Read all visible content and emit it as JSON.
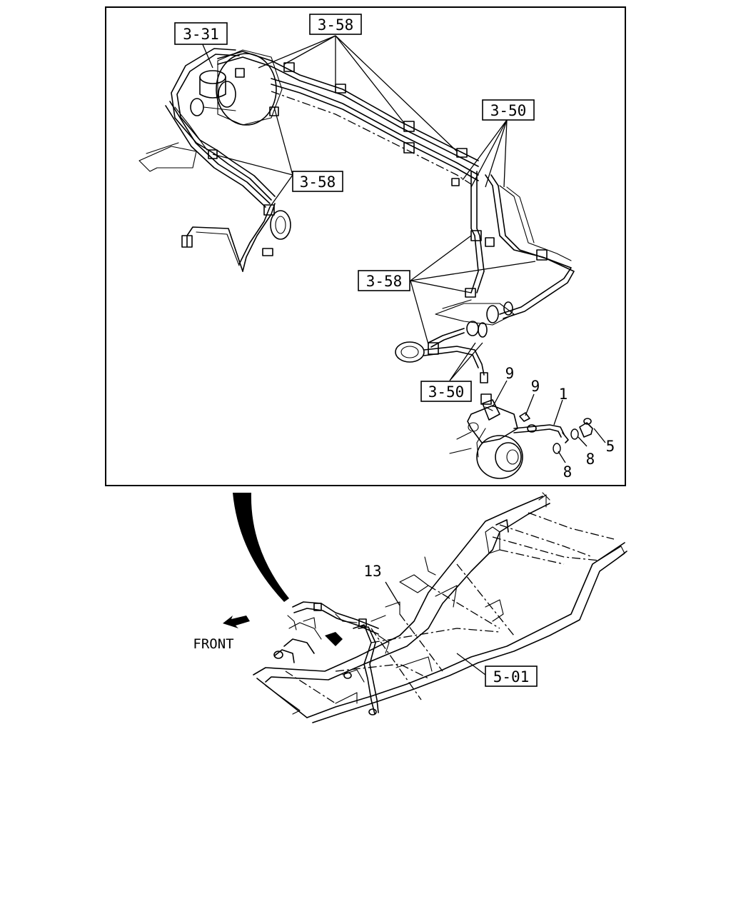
{
  "callouts": {
    "ref_3_31": "3-31",
    "ref_3_58_top": "3-58",
    "ref_3_50_right": "3-50",
    "ref_3_58_mid": "3-58",
    "ref_3_58_lower": "3-58",
    "ref_3_50_bottom": "3-50",
    "ref_5_01": "5-01"
  },
  "parts": {
    "part_9_a": "9",
    "part_9_b": "9",
    "part_1": "1",
    "part_5": "5",
    "part_8_a": "8",
    "part_8_b": "8",
    "part_13": "13"
  },
  "direction": {
    "front_label": "FRONT"
  }
}
